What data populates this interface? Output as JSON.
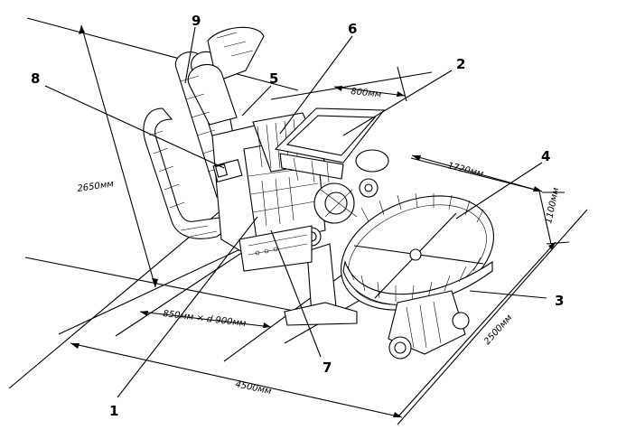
{
  "callouts": {
    "c1": "1",
    "c2": "2",
    "c3": "3",
    "c4": "4",
    "c5": "5",
    "c6": "6",
    "c7": "7",
    "c8": "8",
    "c9": "9"
  },
  "dimensions": {
    "height": "2650мм",
    "hopper_width": "800мм",
    "disc_diameter": "1720мм",
    "disc_height": "1100мм",
    "depth": "2500мм",
    "length": "4500мм",
    "aperture": "850мм × d 900мм"
  }
}
